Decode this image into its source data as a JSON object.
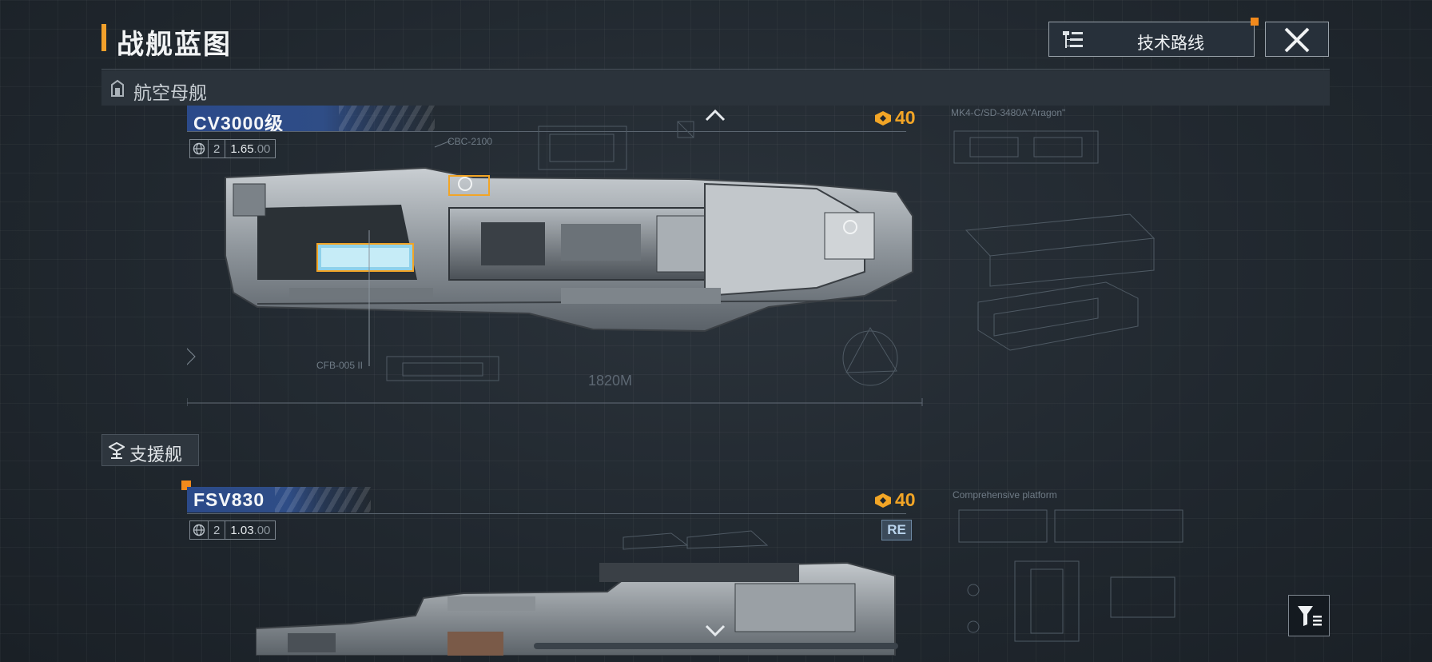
{
  "header": {
    "title": "战舰蓝图",
    "tech_route_label": "技术路线"
  },
  "categories": [
    {
      "label": "航空母舰"
    },
    {
      "label": "支援舰"
    }
  ],
  "ships": [
    {
      "name": "CV3000级",
      "count": "2",
      "value": "1.65",
      "value_suffix": ".00",
      "cost": "40",
      "length_label": "1820M",
      "callouts": [
        "CBC-2100",
        "CFB-005 II",
        "MK4-C/SD-3480A\"Aragon\""
      ]
    },
    {
      "name": "FSV830",
      "count": "2",
      "value": "1.03",
      "value_suffix": ".00",
      "cost": "40",
      "badge": "RE",
      "callouts": [
        "Comprehensive platform"
      ]
    }
  ],
  "colors": {
    "accent": "#f2a02b",
    "cost": "#f2a526",
    "banner": "#2f4d86",
    "notify": "#f28a1c"
  },
  "icons": [
    "tech-tree-icon",
    "close-icon",
    "carrier-category-icon",
    "support-category-icon",
    "globe-icon",
    "credit-icon",
    "filter-icon",
    "chevron-up-icon",
    "chevron-down-icon"
  ]
}
